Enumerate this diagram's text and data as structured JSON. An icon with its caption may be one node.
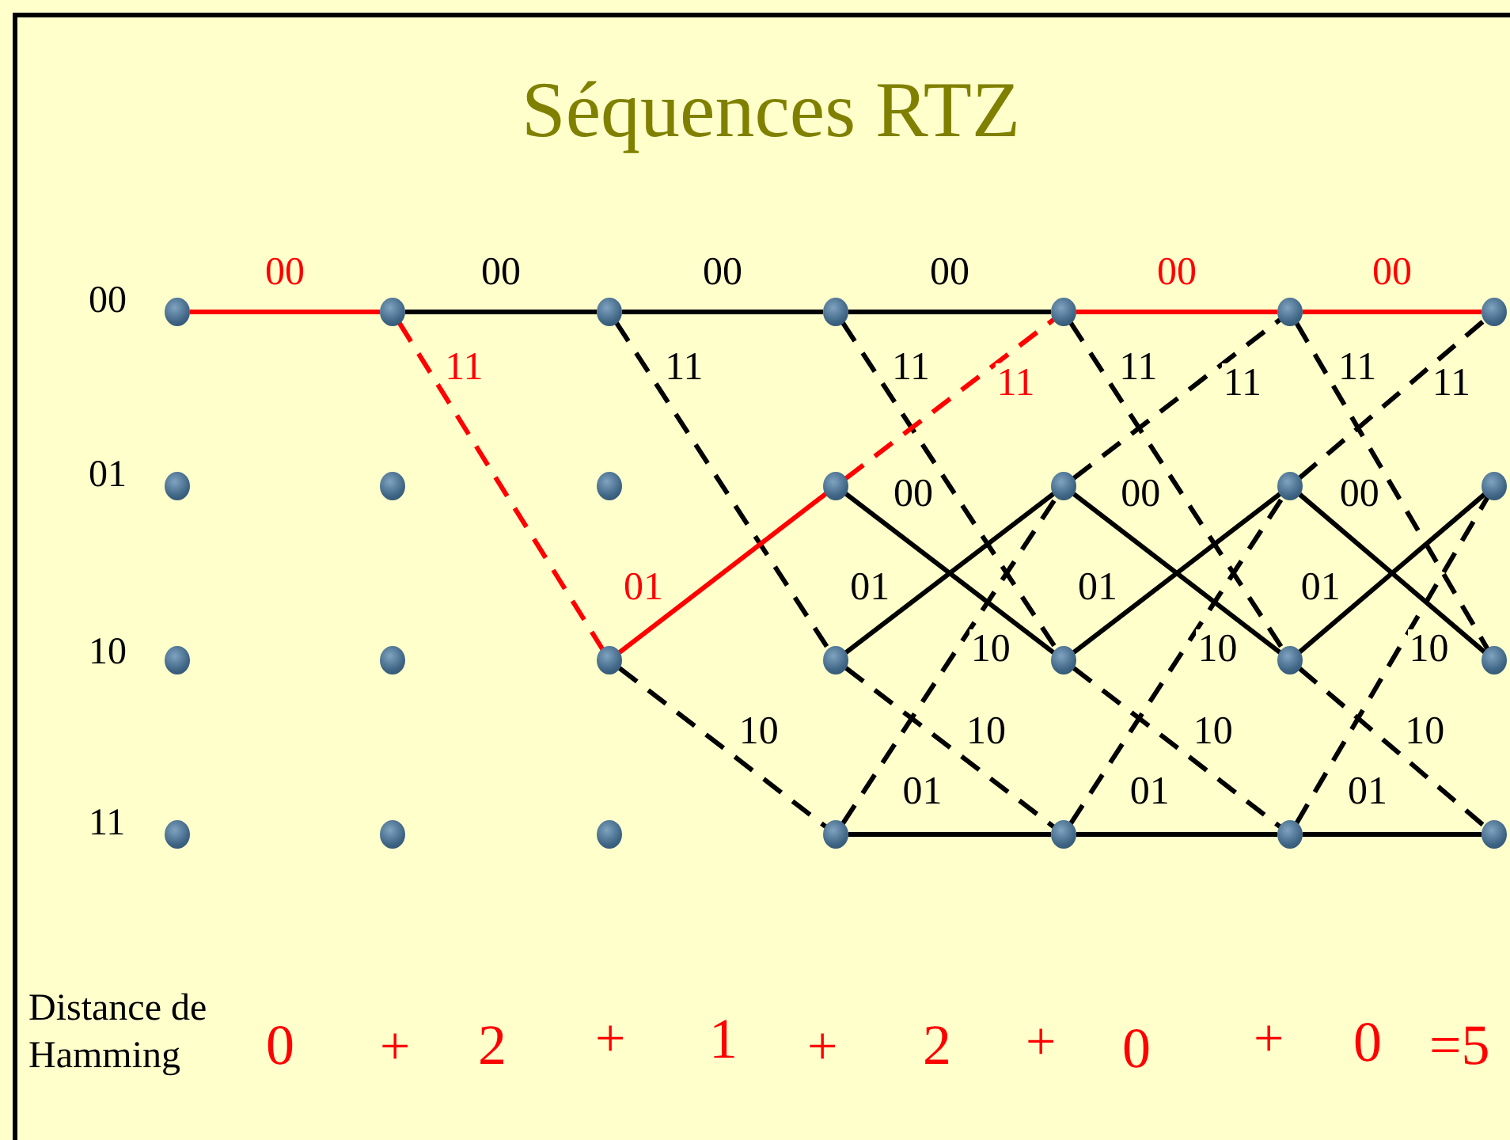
{
  "diagram": {
    "title": "Séquences RTZ",
    "nodes": [
      {
        "text": [],
        "shape": "circle"
      },
      {
        "text": [],
        "shape": "circle"
      },
      {
        "text": [],
        "shape": "circle"
      },
      {
        "text": [],
        "shape": "circle"
      },
      {
        "text": [],
        "shape": "circle"
      },
      {
        "text": [],
        "shape": "circle"
      },
      {
        "text": [],
        "shape": "circle"
      },
      {
        "text": [],
        "shape": "circle"
      },
      {
        "text": [],
        "shape": "circle"
      },
      {
        "text": [],
        "shape": "circle"
      },
      {
        "text": [],
        "shape": "circle"
      },
      {
        "text": [],
        "shape": "circle"
      },
      {
        "text": [],
        "shape": "circle"
      },
      {
        "text": [],
        "shape": "circle"
      },
      {
        "text": [],
        "shape": "circle"
      },
      {
        "text": [],
        "shape": "circle"
      },
      {
        "text": [],
        "shape": "circle"
      },
      {
        "text": [],
        "shape": "circle"
      },
      {
        "text": [],
        "shape": "circle"
      },
      {
        "text": [],
        "shape": "circle"
      },
      {
        "text": [],
        "shape": "circle"
      },
      {
        "text": [],
        "shape": "circle"
      },
      {
        "text": [],
        "shape": "circle"
      },
      {
        "text": [],
        "shape": "circle"
      },
      {
        "text": [],
        "shape": "circle"
      },
      {
        "text": [],
        "shape": "circle"
      },
      {
        "text": [],
        "shape": "circle"
      },
      {
        "text": [],
        "shape": "circle"
      }
    ],
    "edges": [
      {
        "from": 0,
        "to": 4,
        "arrow": "none",
        "label": "00",
        "color": "#ff0000"
      },
      {
        "from": 4,
        "to": 8,
        "arrow": "none",
        "label": "00"
      },
      {
        "from": 4,
        "to": 10,
        "arrow": "none",
        "label": "11",
        "style": "dashed",
        "color": "#ff0000"
      },
      {
        "from": 8,
        "to": 12,
        "arrow": "none",
        "label": "00"
      },
      {
        "from": 8,
        "to": 14,
        "arrow": "none",
        "label": "11",
        "style": "dashed"
      },
      {
        "from": 10,
        "to": 13,
        "arrow": "none",
        "label": "01",
        "color": "#ff0000"
      },
      {
        "from": 10,
        "to": 15,
        "arrow": "none",
        "label": "10",
        "style": "dashed"
      },
      {
        "from": 12,
        "to": 16,
        "arrow": "none",
        "label": "00"
      },
      {
        "from": 12,
        "to": 18,
        "arrow": "none",
        "label": "11",
        "style": "dashed"
      },
      {
        "from": 13,
        "to": 16,
        "arrow": "none",
        "label": "11",
        "style": "dashed",
        "color": "#ff0000"
      },
      {
        "from": 13,
        "to": 18,
        "arrow": "none",
        "label": "00"
      },
      {
        "from": 14,
        "to": 17,
        "arrow": "none",
        "label": "01"
      },
      {
        "from": 14,
        "to": 19,
        "arrow": "none",
        "label": "10",
        "style": "dashed"
      },
      {
        "from": 15,
        "to": 17,
        "arrow": "none",
        "label": "10",
        "style": "dashed"
      },
      {
        "from": 15,
        "to": 19,
        "arrow": "none",
        "label": "01"
      },
      {
        "from": 16,
        "to": 20,
        "arrow": "none",
        "label": "00",
        "color": "#ff0000"
      },
      {
        "from": 16,
        "to": 22,
        "arrow": "none",
        "label": "11",
        "style": "dashed"
      },
      {
        "from": 17,
        "to": 20,
        "arrow": "none",
        "label": "11",
        "style": "dashed"
      },
      {
        "from": 17,
        "to": 22,
        "arrow": "none",
        "label": "00"
      },
      {
        "from": 18,
        "to": 21,
        "arrow": "none",
        "label": "01"
      },
      {
        "from": 18,
        "to": 23,
        "arrow": "none",
        "label": "10",
        "style": "dashed"
      },
      {
        "from": 19,
        "to": 21,
        "arrow": "none",
        "label": "10",
        "style": "dashed"
      },
      {
        "from": 19,
        "to": 23,
        "arrow": "none",
        "label": "01"
      },
      {
        "from": 20,
        "to": 24,
        "arrow": "none",
        "label": "00",
        "color": "#ff0000"
      },
      {
        "from": 20,
        "to": 26,
        "arrow": "none",
        "label": "11",
        "style": "dashed"
      },
      {
        "from": 21,
        "to": 24,
        "arrow": "none",
        "label": "11",
        "style": "dashed"
      },
      {
        "from": 21,
        "to": 26,
        "arrow": "none",
        "label": "00"
      },
      {
        "from": 22,
        "to": 25,
        "arrow": "none",
        "label": "01"
      },
      {
        "from": 22,
        "to": 27,
        "arrow": "none",
        "label": "10",
        "style": "dashed"
      },
      {
        "from": 23,
        "to": 25,
        "arrow": "none",
        "label": "10",
        "style": "dashed"
      },
      {
        "from": 23,
        "to": 27,
        "arrow": "none",
        "label": "01"
      }
    ],
    "labels": [
      "00",
      "01",
      "10",
      "11",
      "Distance de Hamming",
      "0",
      "+",
      "2",
      "+",
      "1",
      "+",
      "2",
      "+",
      "0",
      "+",
      "0",
      "=5"
    ]
  }
}
